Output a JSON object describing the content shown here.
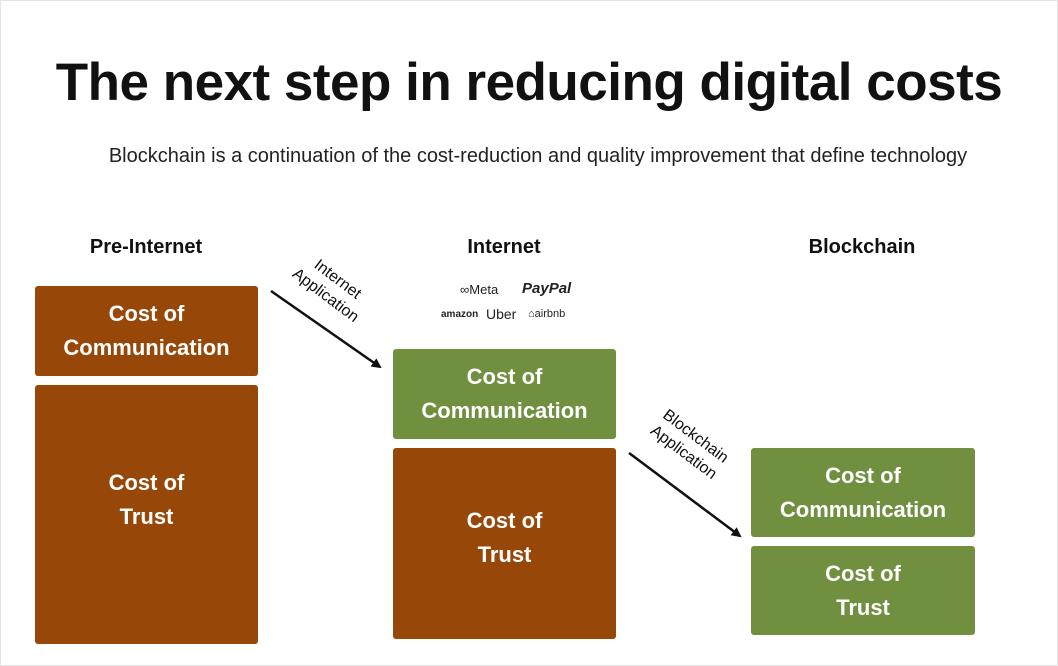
{
  "title": "The next step in reducing digital costs",
  "subtitle": "Blockchain is a continuation of the cost-reduction and quality improvement that define technology",
  "columns": {
    "pre_internet": {
      "heading": "Pre-Internet",
      "communication": [
        "Cost of",
        "Communication"
      ],
      "trust": [
        "Cost of",
        "Trust"
      ]
    },
    "internet": {
      "heading": "Internet",
      "communication": [
        "Cost of",
        "Communication"
      ],
      "trust": [
        "Cost of",
        "Trust"
      ]
    },
    "blockchain": {
      "heading": "Blockchain",
      "communication": [
        "Cost of",
        "Communication"
      ],
      "trust": [
        "Cost of",
        "Trust"
      ]
    }
  },
  "arrows": {
    "internet_application": [
      "Internet",
      "Application"
    ],
    "blockchain_application": [
      "Blockchain",
      "Application"
    ]
  },
  "logos": {
    "meta": "∞Meta",
    "paypal": "PayPal",
    "amazon": "amazon",
    "uber": "Uber",
    "airbnb": "airbnb"
  },
  "colors": {
    "high_cost": "#974708",
    "low_cost": "#70903f"
  }
}
